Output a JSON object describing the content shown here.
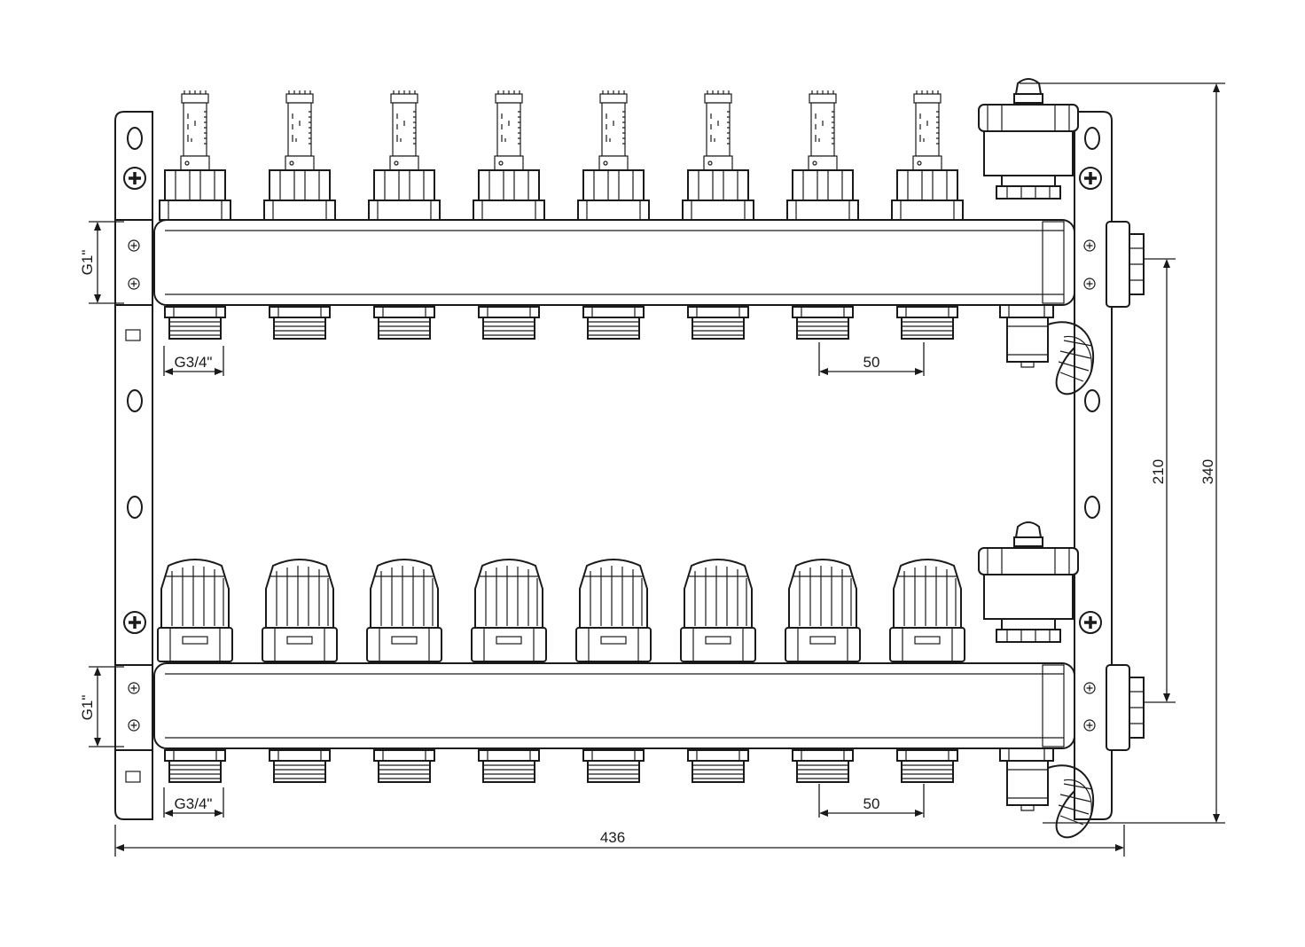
{
  "dimensions": {
    "thread_main_top": "G1\"",
    "thread_main_bottom": "G1\"",
    "thread_outlet_top": "G3/4\"",
    "thread_outlet_bottom": "G3/4\"",
    "pitch_top": "50",
    "pitch_bottom": "50",
    "bar_spacing": "210",
    "overall_height": "340",
    "overall_width": "436"
  },
  "outlets_per_bar": 8
}
